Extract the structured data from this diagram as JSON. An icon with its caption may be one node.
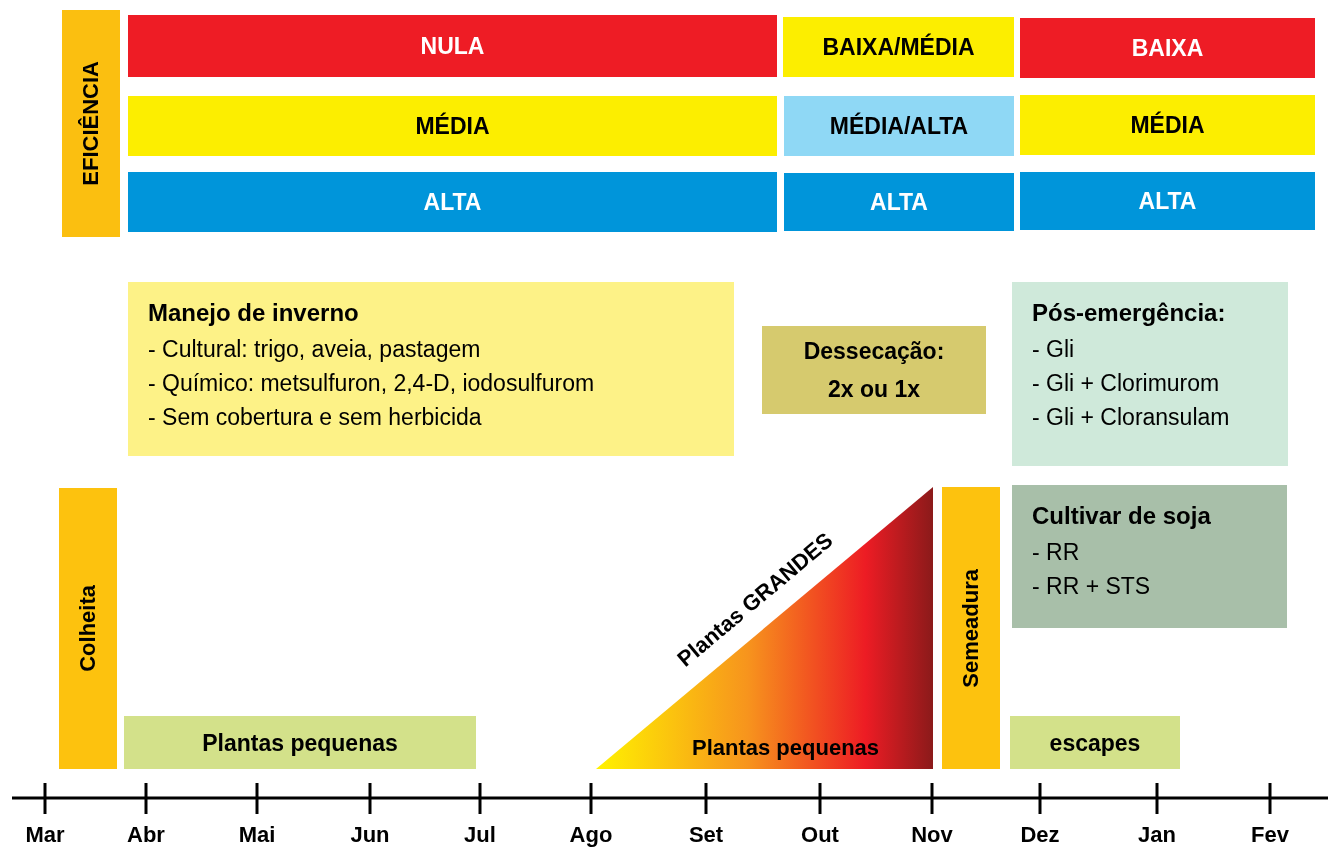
{
  "diagram": {
    "nodes": [
      {
        "text": [
          "EFICIÊNCIA"
        ]
      },
      {
        "text": [
          "NULA"
        ]
      },
      {
        "text": [
          "BAIXA/MÉDIA"
        ]
      },
      {
        "text": [
          "BAIXA"
        ]
      },
      {
        "text": [
          "MÉDIA"
        ]
      },
      {
        "text": [
          "MÉDIA/ALTA"
        ]
      },
      {
        "text": [
          "MÉDIA"
        ]
      },
      {
        "text": [
          "ALTA"
        ]
      },
      {
        "text": [
          "ALTA"
        ]
      },
      {
        "text": [
          "ALTA"
        ]
      },
      {
        "text": [
          "Manejo de inverno",
          "- Cultural: trigo, aveia, pastagem",
          "- Químico: metsulfuron, 2,4-D, iodosulfurom",
          "- Sem cobertura e sem herbicida"
        ]
      },
      {
        "text": [
          "Dessecação: 2x ou 1x"
        ]
      },
      {
        "text": [
          "Pós-emergência:",
          "- Gli",
          "- Gli + Clorimurom",
          "- Gli + Cloransulam"
        ]
      },
      {
        "text": [
          "Colheita"
        ]
      },
      {
        "text": [
          "Plantas GRANDES",
          "Plantas pequenas"
        ]
      },
      {
        "text": [
          "Semeadura"
        ]
      },
      {
        "text": [
          "Cultivar de soja",
          "- RR",
          "- RR + STS"
        ]
      },
      {
        "text": [
          "Plantas pequenas"
        ]
      },
      {
        "text": [
          "escapes"
        ]
      }
    ],
    "labels": [
      "Mar",
      "Abr",
      "Mai",
      "Jun",
      "Jul",
      "Ago",
      "Set",
      "Out",
      "Nov",
      "Dez",
      "Jan",
      "Fev"
    ]
  }
}
